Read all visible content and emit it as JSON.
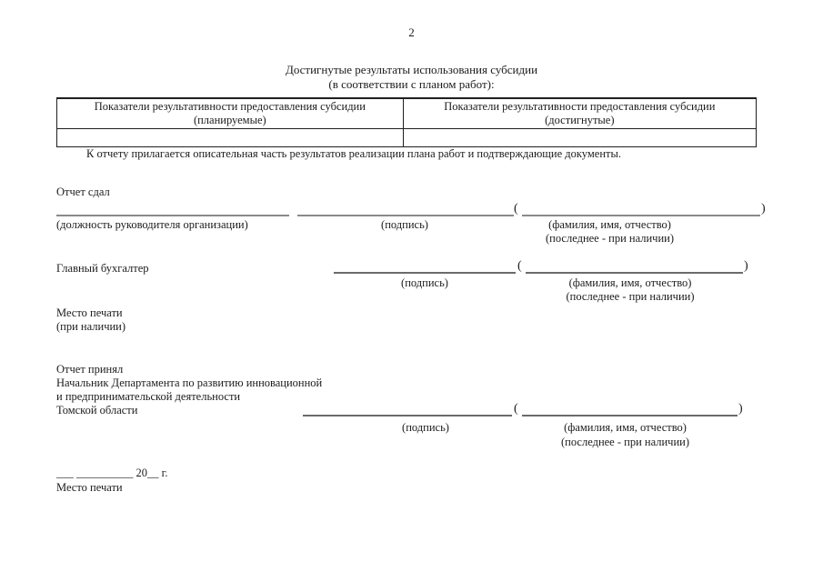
{
  "page_number": "2",
  "chars": {
    "open_paren": "(",
    "close_paren": ")"
  },
  "title": {
    "line1": "Достигнутые результаты использования субсидии",
    "line2": "(в соответствии с планом работ):"
  },
  "table": {
    "col1_header_line1": "Показатели результативности предоставления субсидии",
    "col1_header_line2": "(планируемые)",
    "col2_header_line1": "Показатели результативности предоставления субсидии",
    "col2_header_line2": "(достигнутые)",
    "row_values": [
      "",
      ""
    ]
  },
  "note": "К отчету прилагается описательная часть результатов реализации плана работ и подтверждающие документы.",
  "submitted": {
    "label": "Отчет сдал",
    "position_caption": "(должность руководителя организации)",
    "signature_caption": "(подпись)",
    "name_caption": "(фамилия, имя, отчество)",
    "name_caption_note": "(последнее - при наличии)"
  },
  "accountant": {
    "label": "Главный бухгалтер",
    "signature_caption": "(подпись)",
    "name_caption": "(фамилия, имя, отчество)",
    "name_caption_note": "(последнее - при наличии)"
  },
  "seal_top": {
    "line1": "Место печати",
    "line2": "(при наличии)"
  },
  "accepted": {
    "label": "Отчет принял",
    "official_line1": "Начальник Департамента по развитию инновационной",
    "official_line2": "и предпринимательской деятельности",
    "official_line3": "Томской области",
    "signature_caption": "(подпись)",
    "name_caption": "(фамилия, имя, отчество)",
    "name_caption_note": "(последнее - при наличии)"
  },
  "footer": {
    "date_line": "___ __________ 20__ г.",
    "seal": "Место печати"
  }
}
